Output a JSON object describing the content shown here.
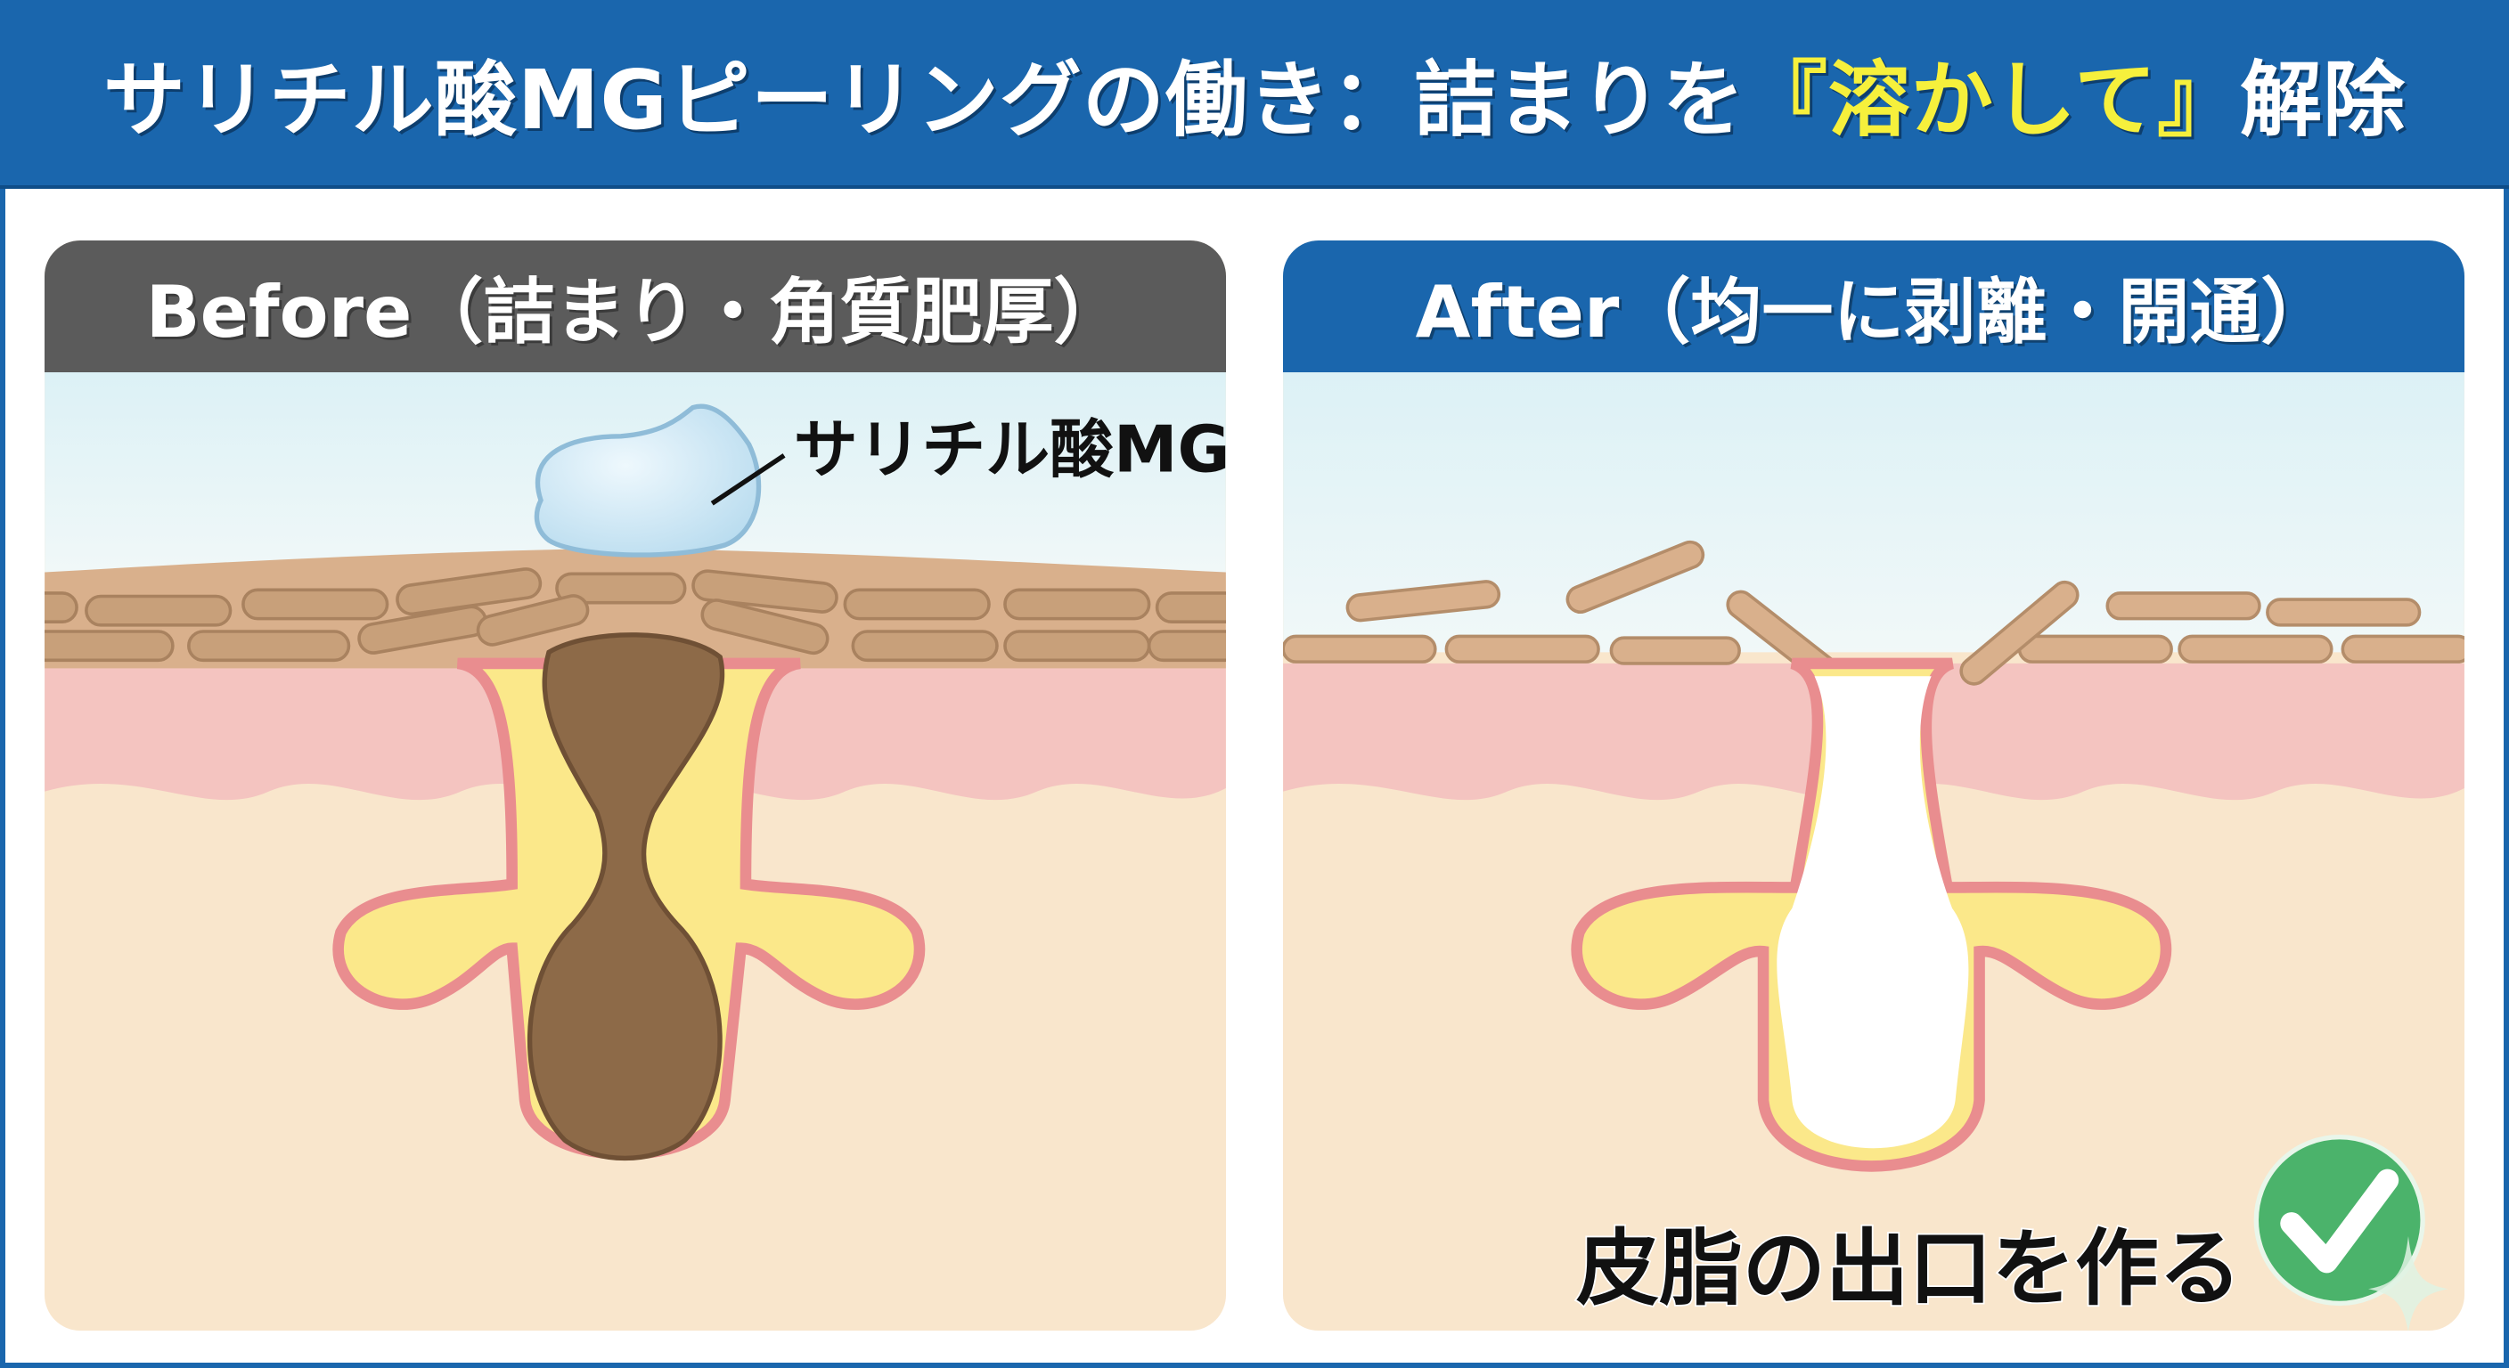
{
  "header": {
    "title_main": "サリチル酸MGピーリングの働き：詰まりを",
    "title_highlight": "『溶かして』",
    "title_end": "解除"
  },
  "before": {
    "heading": "Before（詰まり・角質肥厚）",
    "label_agent": "サリチル酸MG"
  },
  "after": {
    "heading": "After（均一に剥離・開通）",
    "caption": "皮脂の出口を作る",
    "badge_icon": "check-circle-icon"
  },
  "colors": {
    "brand_blue": "#1a66ad",
    "highlight_yellow": "#f6f03c",
    "before_header": "#5b5b5b",
    "check_green": "#4bb36b"
  }
}
